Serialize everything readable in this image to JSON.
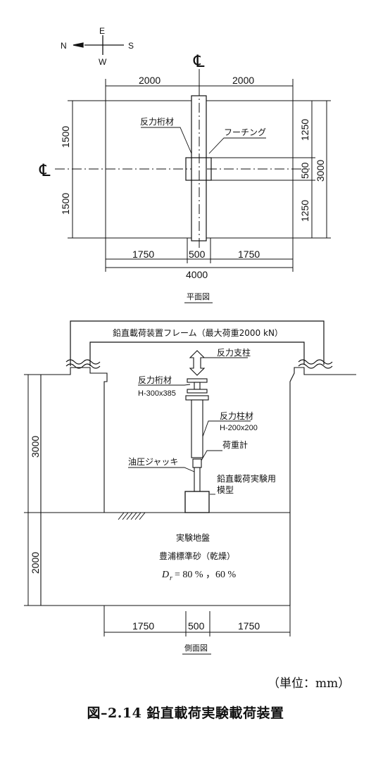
{
  "compass": {
    "n": "N",
    "e": "E",
    "s": "S",
    "w": "W"
  },
  "plan_view": {
    "centerline_symbol": "℄",
    "top_dims": [
      "2000",
      "2000"
    ],
    "left_dims": [
      "1500",
      "1500"
    ],
    "right_dims": [
      "1250",
      "500",
      "1250"
    ],
    "right_total": "3000",
    "bottom_dims": [
      "1750",
      "500",
      "1750"
    ],
    "bottom_total": "4000",
    "label_reaction_girder": "反力桁材",
    "label_footing": "フーチング",
    "caption": "平面図"
  },
  "side_view": {
    "frame_label": "鉛直載荷装置フレーム（最大荷重2000 kN）",
    "reaction_post": "反力支柱",
    "reaction_girder": "反力桁材",
    "reaction_girder_size": "H-300x385",
    "reaction_column": "反力柱材",
    "reaction_column_size": "H-200x200",
    "load_cell": "荷重計",
    "hydraulic_jack": "油圧ジャッキ",
    "model_label_1": "鉛直載荷実験用",
    "model_label_2": "模型",
    "ground_label": "実験地盤",
    "sand_label": "豊浦標準砂（乾燥）",
    "dr_symbol": "D",
    "dr_subscript": "r",
    "dr_values": "= 80 % ，60 %",
    "left_dims": [
      "3000",
      "2000"
    ],
    "bottom_dims": [
      "1750",
      "500",
      "1750"
    ],
    "caption": "側面図"
  },
  "unit_note": "（単位：mm）",
  "figure_caption": "図–2.14  鉛直載荷実験載荷装置"
}
